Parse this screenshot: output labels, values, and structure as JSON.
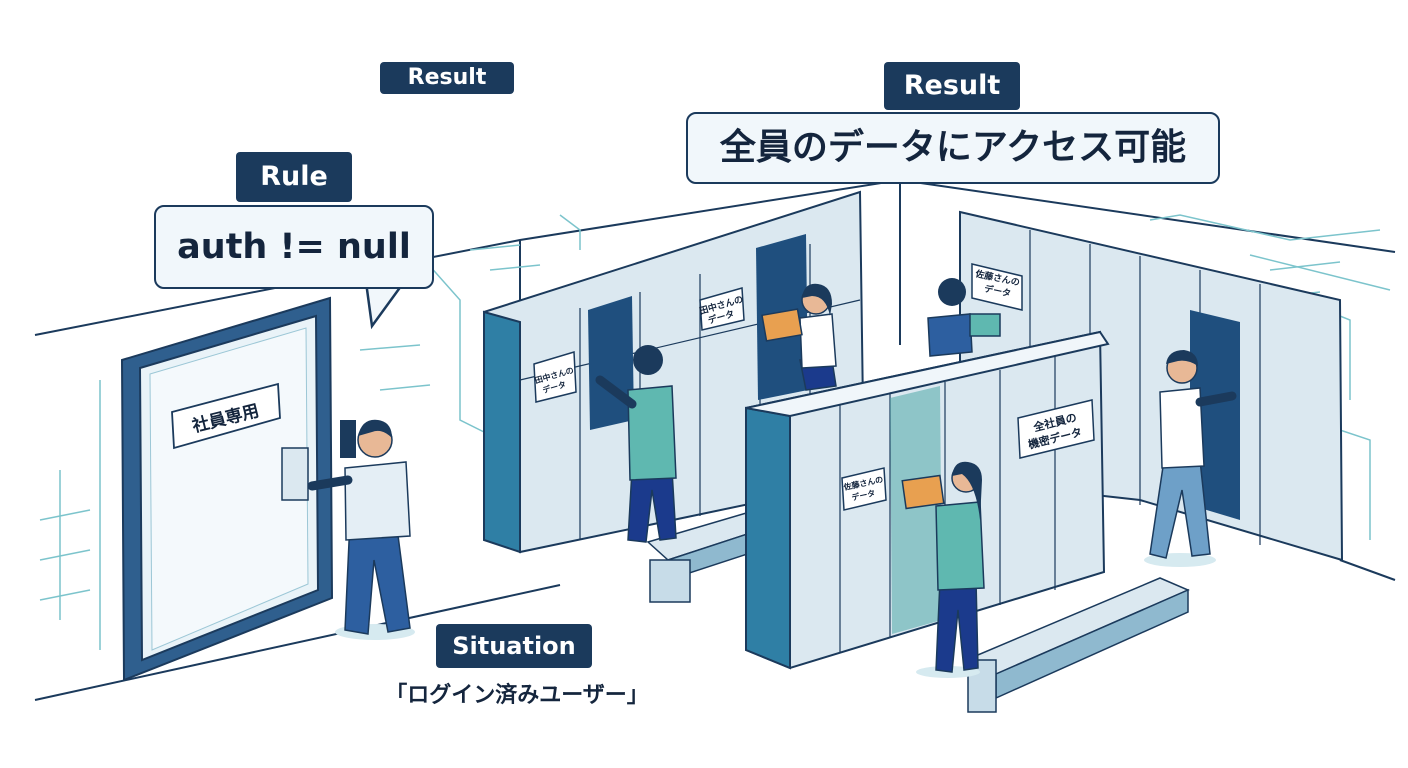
{
  "labels": {
    "result_top": "Result",
    "result_main": "Result",
    "rule": "Rule",
    "situation": "Situation"
  },
  "callouts": {
    "rule_text": "auth != null",
    "result_text": "全員のデータにアクセス可能",
    "situation_text": "「ログイン済みユーザー」"
  },
  "signs": {
    "door": "社員専用",
    "tanaka_line1": "田中さんの",
    "tanaka_line2": "データ",
    "tanaka_side_line1": "田中さんの",
    "tanaka_side_line2": "データ",
    "sato_line1": "佐藤さんの",
    "sato_line2": "データ",
    "sato_front_line1": "佐藤さんの",
    "sato_front_line2": "データ",
    "all_line1": "全社員の",
    "all_line2": "機密データ"
  },
  "colors": {
    "navy": "#1b3a5c",
    "teal": "#4a9cb0",
    "locker": "#dbe8f0",
    "teal_shirt": "#5fb8b0"
  }
}
